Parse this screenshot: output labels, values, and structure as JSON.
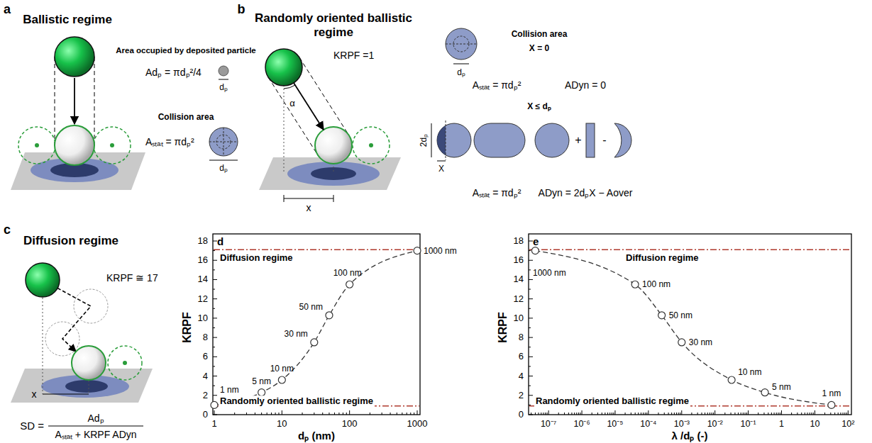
{
  "diagram": {
    "labels": [
      "a",
      "Ballistic regime",
      "Area occupied by deposited particle",
      "Adₚ = πdₚ²/4",
      "dₚ",
      "Collision area",
      "Aₛₜₐₜ = πdₚ²",
      "dₚ",
      "b",
      "Randomly oriented ballistic regime",
      "KRPF =1",
      "α",
      "x",
      "Collision area",
      "X = 0",
      "dₚ",
      "Aₛₜₐₜ = πdₚ²",
      "ADyn = 0",
      "X ≤ dₚ",
      "2dₚ",
      "X",
      "+",
      "-",
      "Aₛₜₐₜ = πdₚ²",
      "ADyn = 2dₚX − Aover",
      "c",
      "Diffusion regime",
      "KRPF ≅ 17",
      "x",
      "SD =",
      "Adₚ",
      "Aₛₜₐₜ + KRPF ADyn",
      "d",
      "Diffusion regime",
      "Randomly oriented ballistic regime",
      "1 nm",
      "5 nm",
      "10 nm",
      "30 nm",
      "50 nm",
      "100 nm",
      "1000 nm",
      "0",
      "2",
      "4",
      "6",
      "8",
      "10",
      "12",
      "14",
      "16",
      "18",
      "1",
      "10",
      "100",
      "1000",
      "KRPF",
      "dₚ (nm)",
      "e",
      "Diffusion regime",
      "Randomly oriented ballistic regime",
      "1000 nm",
      "100 nm",
      "50 nm",
      "30 nm",
      "10 nm",
      "5 nm",
      "1 nm",
      "0",
      "2",
      "4",
      "6",
      "8",
      "10",
      "12",
      "14",
      "16",
      "18",
      "10⁻⁷",
      "10⁻⁶",
      "10⁻⁵",
      "10⁻⁴",
      "10⁻³",
      "10⁻²",
      "10⁻¹",
      "1",
      "10",
      "10²",
      "KRPF",
      "λ /dₚ (-)"
    ]
  }
}
